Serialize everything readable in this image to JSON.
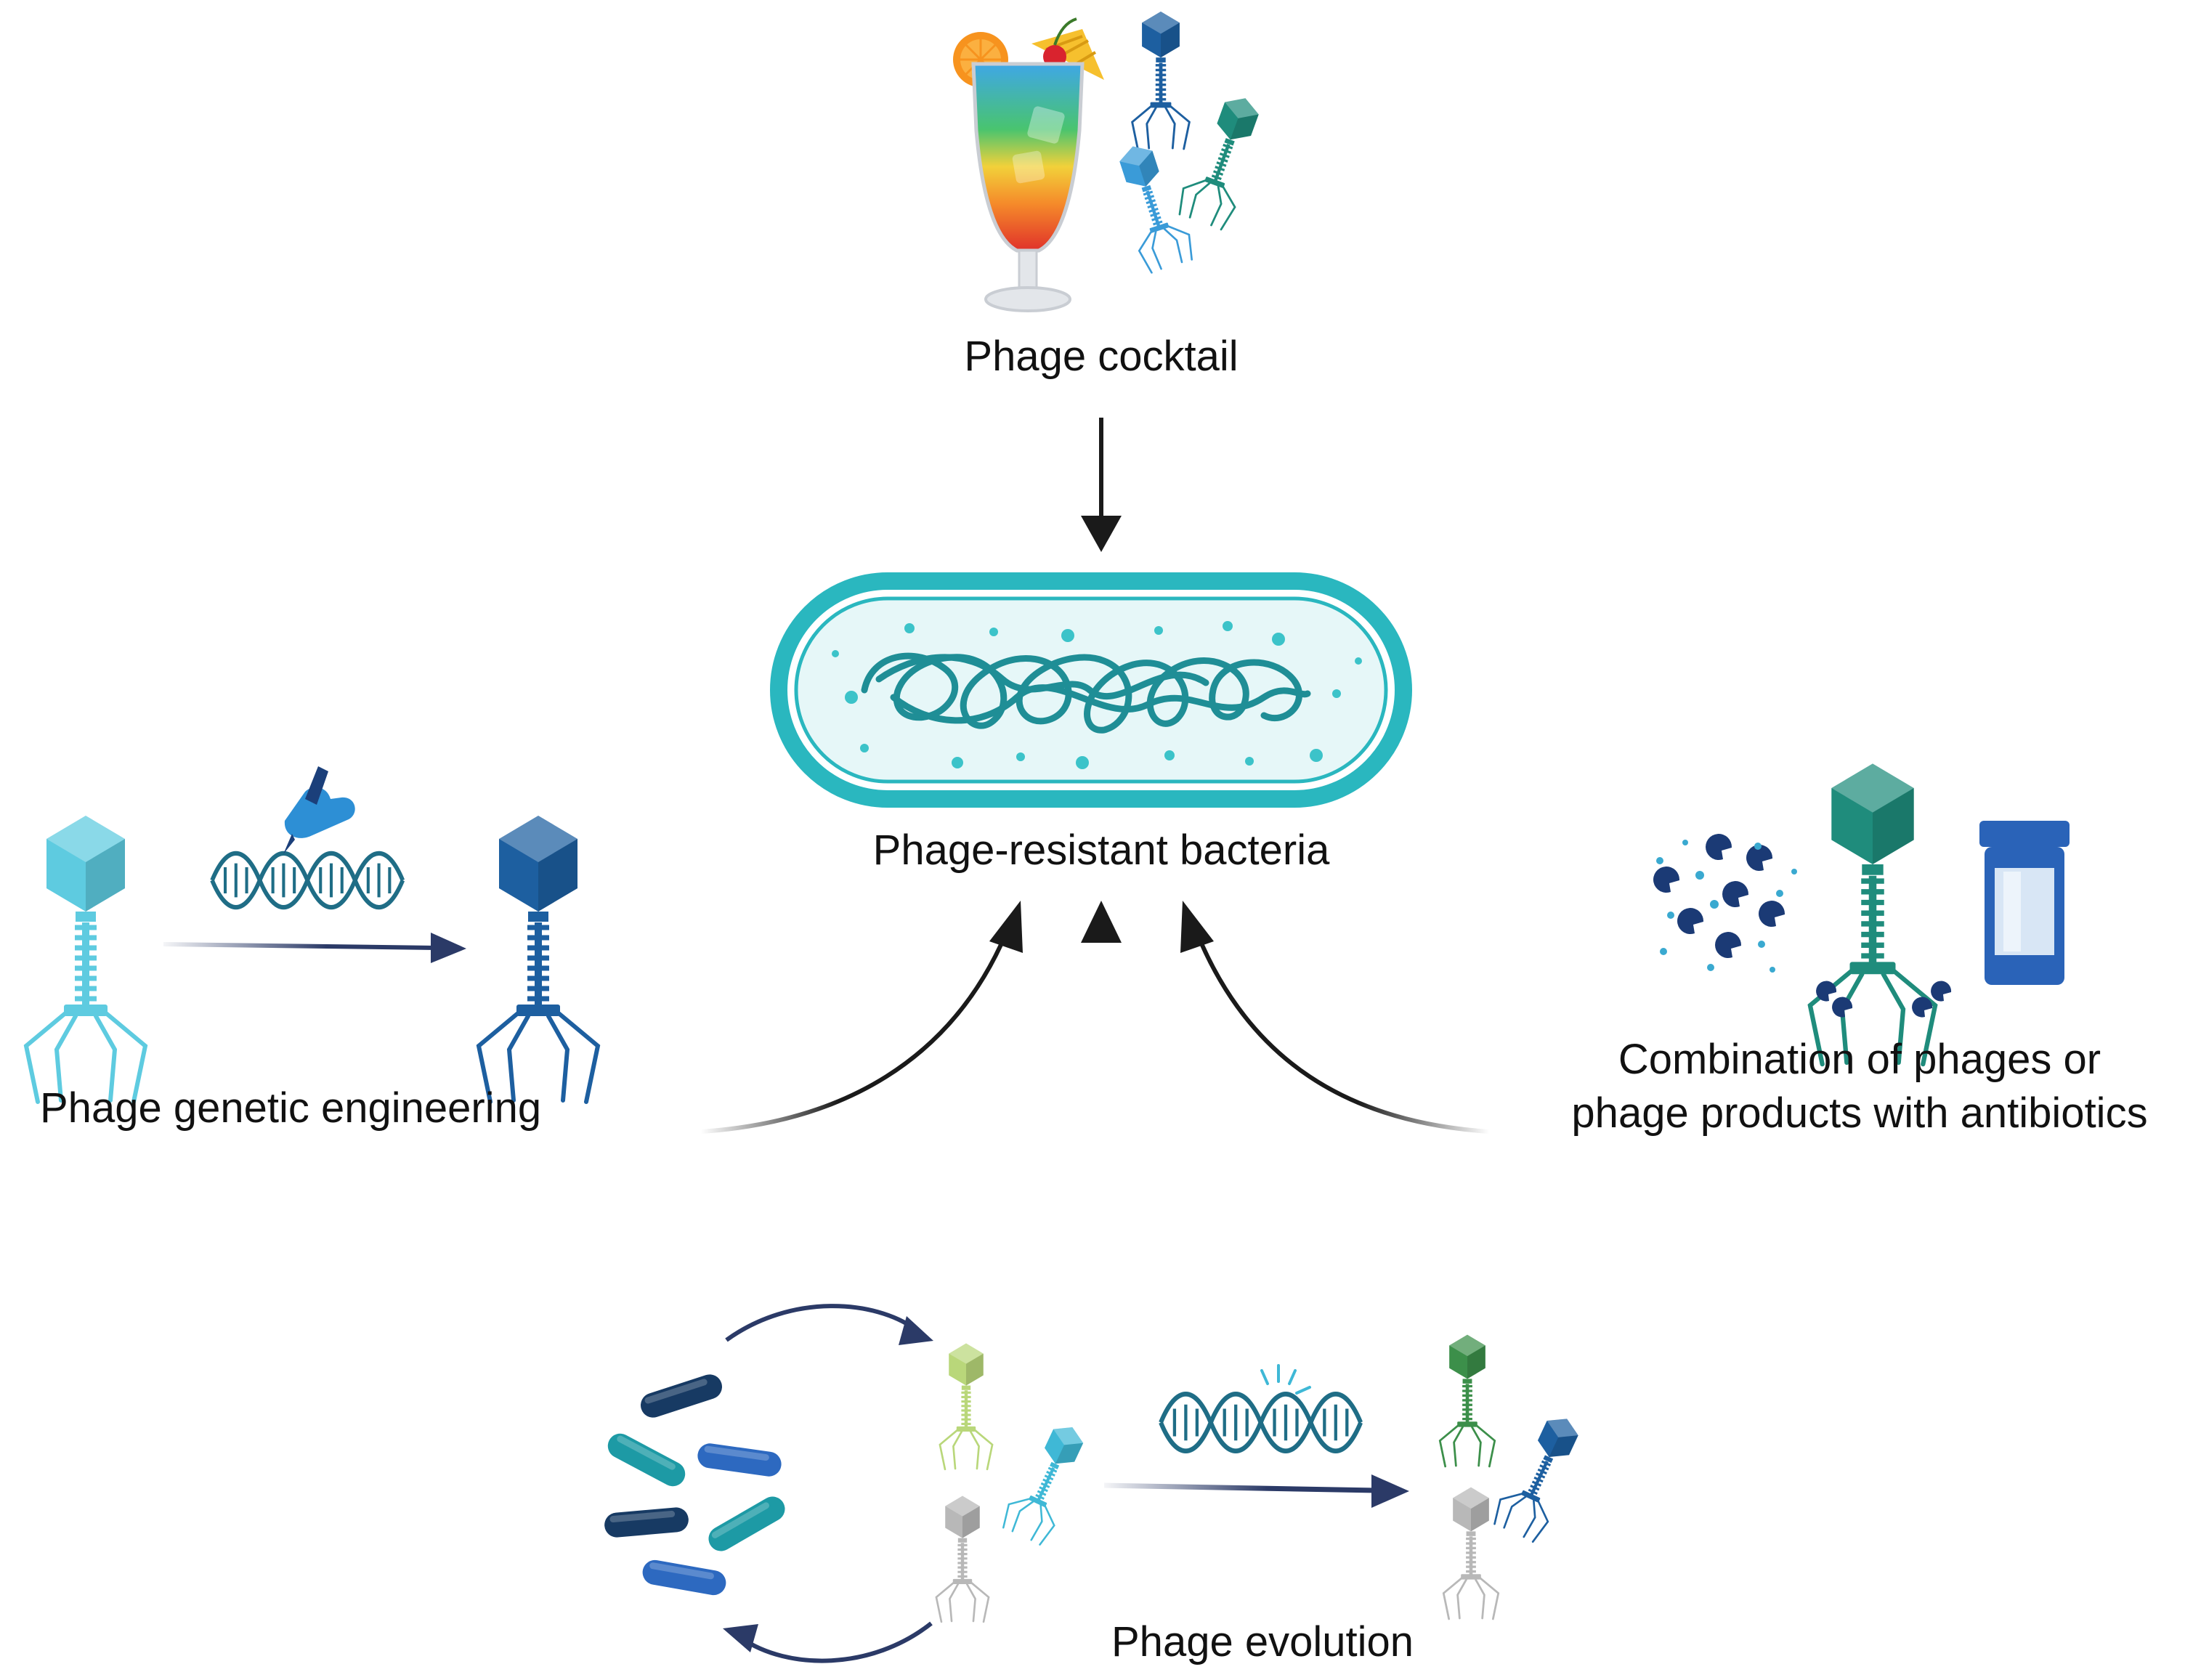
{
  "labels": {
    "cocktail": "Phage cocktail",
    "bacteria": "Phage-resistant bacteria",
    "engineering": "Phage genetic engineering",
    "combination_line1": "Combination of phages or",
    "combination_line2": "phage products with antibiotics",
    "evolution": "Phage evolution"
  },
  "colors": {
    "arrow_dark": "#1a1a1a",
    "arrow_navy": "#2b3a67",
    "bacterium_outline": "#2ab7bf",
    "bacterium_fill": "#e6f7f8",
    "dna": "#1f6d86",
    "phage_light": "#5ecbe0",
    "phage_blue": "#1d5fa0",
    "phage_teal": "#1f8c7c",
    "phage_lime": "#b9d77a",
    "phage_green": "#3c8f4a",
    "phage_gray": "#b8b8b8"
  },
  "icons": [
    "cocktail-glass-icon",
    "bacteriophage-icon",
    "dna-helix-icon",
    "gloved-hand-pen-icon",
    "antibiotic-bottle-icon",
    "enzyme-particles-icon",
    "rod-bacteria-icon",
    "mutation-spark-icon"
  ]
}
